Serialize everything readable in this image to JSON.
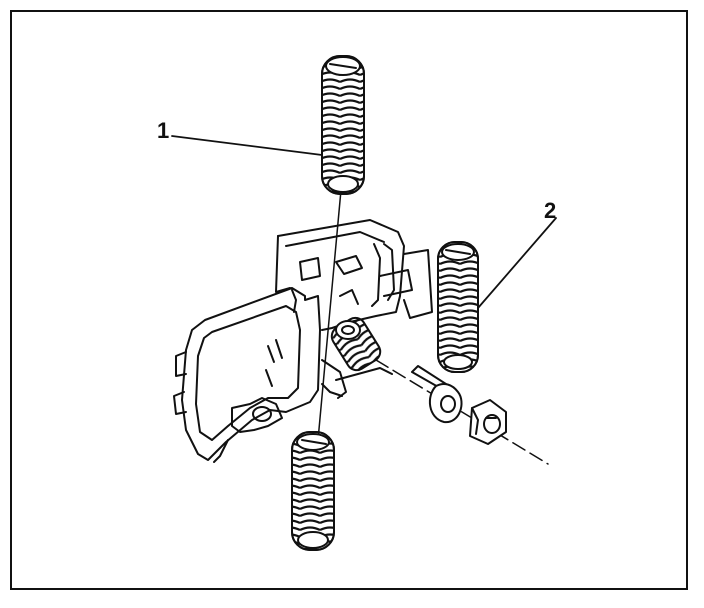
{
  "callouts": [
    {
      "id": "1",
      "label": "1"
    },
    {
      "id": "2",
      "label": "2"
    }
  ],
  "colors": {
    "line": "#111111",
    "background": "#ffffff"
  }
}
